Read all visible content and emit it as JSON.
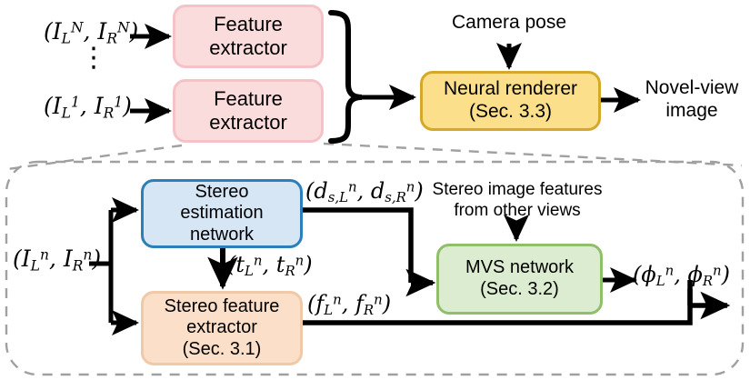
{
  "diagram": {
    "title": "Stereo radiance fields pipeline overview",
    "colors": {
      "pink_fill": "#fbdcdc",
      "pink_stroke": "#f5c2c7",
      "yellow_fill": "#fbdf8a",
      "yellow_stroke": "#d4a82a",
      "blue_fill": "#d6e6f5",
      "blue_stroke": "#2c7fb8",
      "orange_fill": "#fbdfc8",
      "orange_stroke": "#f0c9a8",
      "green_fill": "#dcecd0",
      "green_stroke": "#8fbf6a",
      "arrow": "#000000",
      "dashed_panel": "#a0a0a0"
    },
    "top_row": {
      "inputs": [
        {
          "id": "input-n",
          "math": "(I_L^N, I_R^N)"
        },
        {
          "id": "input-1",
          "math": "(I_L^1, I_R^1)"
        }
      ],
      "vertical_ellipsis": "⋮",
      "feature_extractors": [
        {
          "id": "feature-extractor-n",
          "lines": [
            "Feature",
            "extractor"
          ]
        },
        {
          "id": "feature-extractor-1",
          "lines": [
            "Feature",
            "extractor"
          ]
        }
      ],
      "camera_pose_label": "Camera pose",
      "neural_renderer": {
        "lines": [
          "Neural renderer",
          "(Sec. 3.3)"
        ]
      },
      "output_label": {
        "lines": [
          "Novel-view",
          "image"
        ]
      }
    },
    "detail_panel": {
      "input": {
        "id": "detail-input",
        "math": "(I_L^n, I_R^n)"
      },
      "stereo_estimation_network": {
        "lines": [
          "Stereo",
          "estimation",
          "network"
        ]
      },
      "stereo_feature_extractor": {
        "lines": [
          "Stereo feature",
          "extractor",
          "(Sec. 3.1)"
        ]
      },
      "mvs_network": {
        "lines": [
          "MVS network",
          "(Sec. 3.2)"
        ]
      },
      "external_input_label": {
        "lines": [
          "Stereo image features",
          "from other views"
        ]
      },
      "edge_labels": [
        {
          "id": "disparity-label",
          "math": "(d_{s,L}^n, d_{s,R}^n)"
        },
        {
          "id": "transform-label",
          "math": "(t_L^n, t_R^n)"
        },
        {
          "id": "feature-label",
          "math": "(f_L^n, f_R^n)"
        },
        {
          "id": "phi-output-label",
          "math": "(ϕ_L^n, ϕ_R^n)"
        }
      ]
    }
  }
}
